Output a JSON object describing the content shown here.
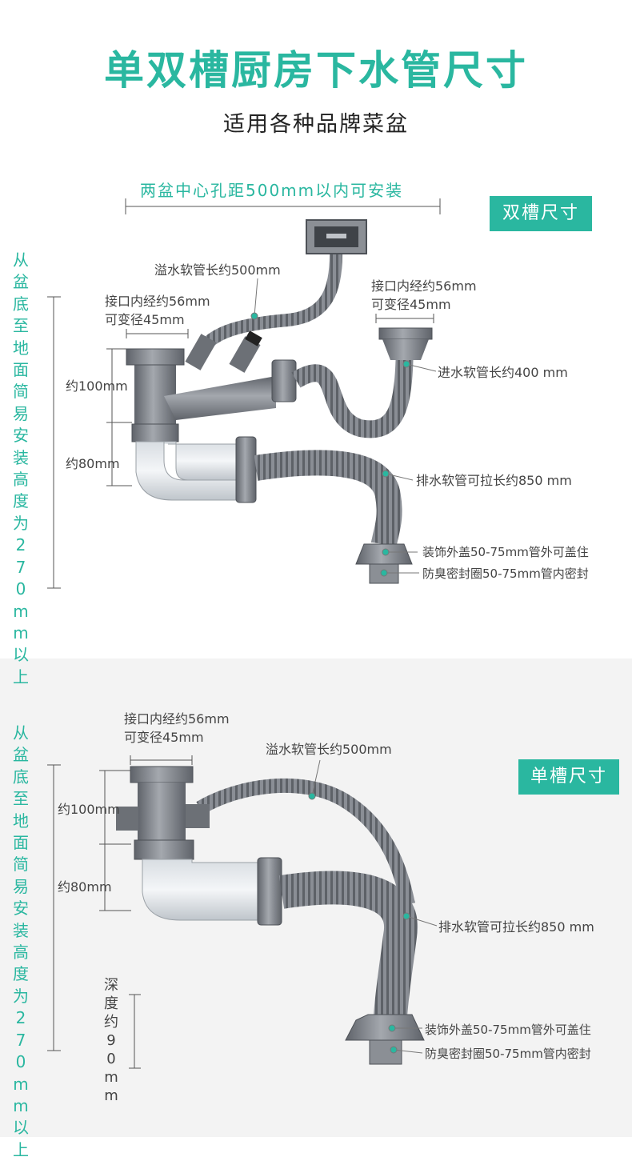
{
  "header": {
    "title": "单双槽厨房下水管尺寸",
    "subtitle": "适用各种品牌菜盆"
  },
  "double": {
    "badge": "双槽尺寸",
    "hole_distance": "两盆中心孔距500mm以内可安装",
    "overflow_hose": "溢水软管长约500mm",
    "left_port_line1": "接口内经约56mm",
    "left_port_line2": "可变径45mm",
    "right_port_line1": "接口内经约56mm",
    "right_port_line2": "可变径45mm",
    "inlet_hose": "进水软管长约400 mm",
    "about_100": "约100mm",
    "about_80": "约80mm",
    "drain_hose": "排水软管可拉长约850 mm",
    "cover": "装饰外盖50-75mm管外可盖住",
    "seal": "防臭密封圈50-75mm管内密封",
    "height_note": "从盆底至地面简易安装高度为270mm以上"
  },
  "single": {
    "badge": "单槽尺寸",
    "port_line1": "接口内经约56mm",
    "port_line2": "可变径45mm",
    "overflow_hose": "溢水软管长约500mm",
    "about_100": "约100mm",
    "about_80": "约80mm",
    "drain_hose": "排水软管可拉长约850 mm",
    "depth": "深度约90mm",
    "cover": "装饰外盖50-75mm管外可盖住",
    "seal": "防臭密封圈50-75mm管内密封",
    "height_note": "从盆底至地面简易安装高度为270mm以上"
  },
  "colors": {
    "accent": "#2ab7a0",
    "pipe": "#7c8087",
    "pipe_dark": "#55595f",
    "section2_bg": "#f3f3f3"
  }
}
